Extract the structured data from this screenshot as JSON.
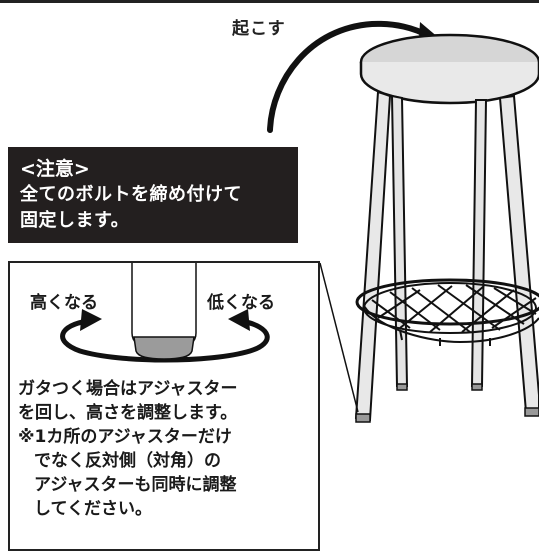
{
  "action_label": "起こす",
  "caution": {
    "title": "<注意>",
    "lines": [
      "全てのボルトを締め付けて",
      "固定します。"
    ]
  },
  "adjuster": {
    "high_label": "高くなる",
    "low_label": "低くなる"
  },
  "instructions": {
    "lines": [
      "ガタつく場合はアジャスター",
      "を回し、高さを調整します。",
      "※1カ所のアジャスターだけ",
      "でなく反対側（対角）の",
      "アジャスターも同時に調整",
      "してください。"
    ]
  }
}
